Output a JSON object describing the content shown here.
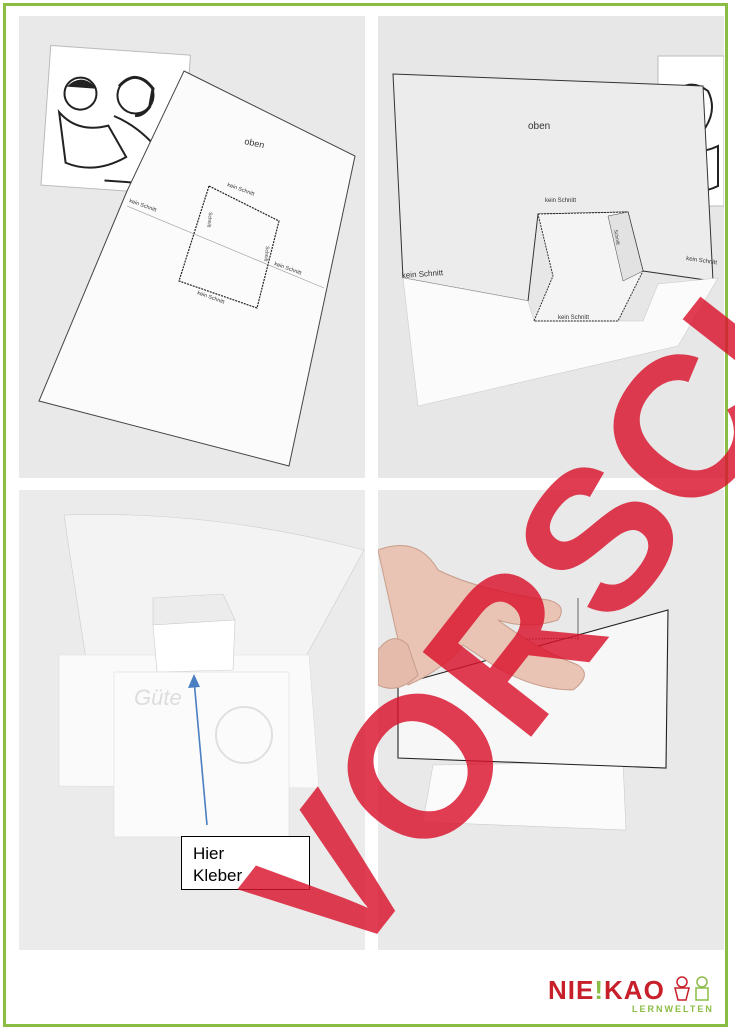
{
  "photo1": {
    "label_top": "oben",
    "label_no_cut": "kein Schnitt",
    "label_cut": "Schnitt"
  },
  "photo2": {
    "label_top": "oben",
    "label_no_cut": "kein Schnitt",
    "label_cut": "Schnitt"
  },
  "callout": {
    "line1": "Hier",
    "line2": "Kleber"
  },
  "watermark": "VORSCHAU",
  "logo": {
    "brand": "NIE!KAO",
    "part1": "NIE",
    "bang": "!",
    "part2": "KAO",
    "tagline": "LERNWELTEN"
  },
  "colors": {
    "frame": "#8bbd45",
    "logo_red": "#c8202b",
    "arrow": "#4a7fc1",
    "watermark": "#d9122c"
  }
}
